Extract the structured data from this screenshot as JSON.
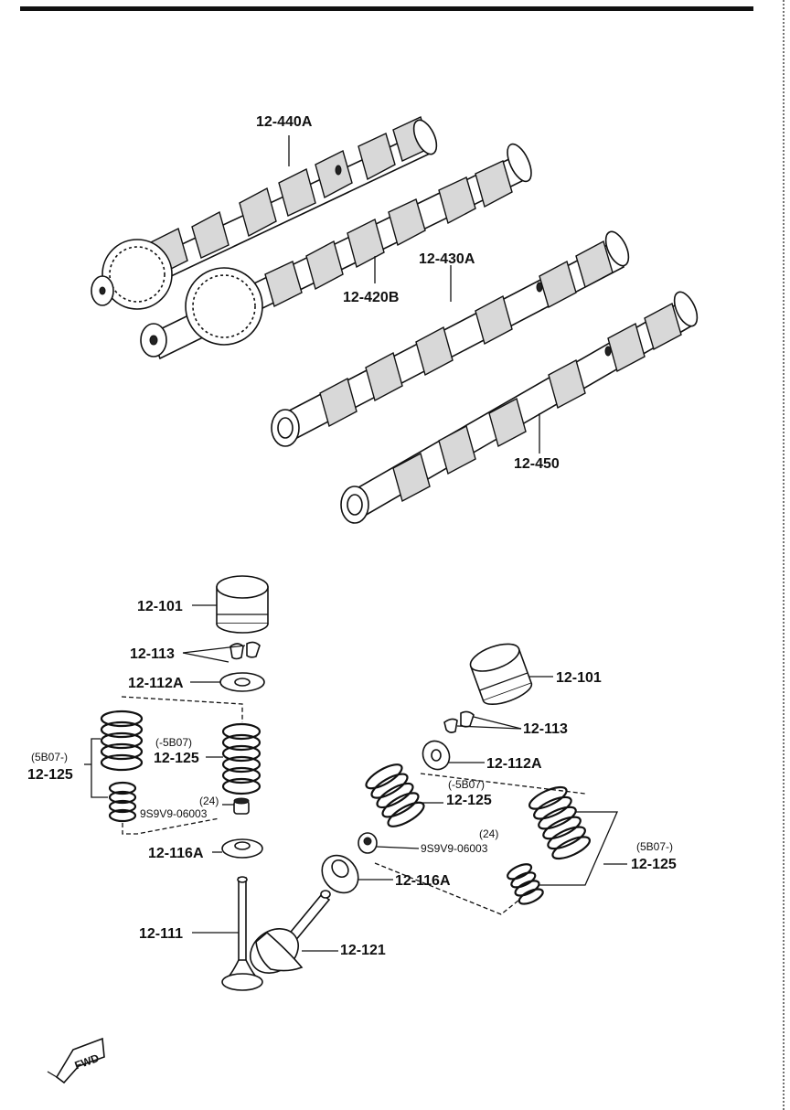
{
  "diagram": {
    "camshafts": [
      {
        "id": "cam1",
        "label": "12-440A"
      },
      {
        "id": "cam2",
        "label": "12-420B"
      },
      {
        "id": "cam3",
        "label": "12-430A"
      },
      {
        "id": "cam4",
        "label": "12-450"
      }
    ],
    "left_valve_assembly": {
      "tappet": "12-101",
      "keepers": "12-113",
      "upper_seat": "12-112A",
      "outer_spring_note": "(5B07-)",
      "outer_spring": "12-125",
      "inner_spring_note": "(-5B07)",
      "inner_spring": "12-125",
      "seal_note": "(24)",
      "seal": "9S9V9-06003",
      "lower_seat": "12-116A",
      "valve": "12-111"
    },
    "right_valve_assembly": {
      "tappet": "12-101",
      "keepers": "12-113",
      "upper_seat": "12-112A",
      "inner_spring_note": "(-5B07)",
      "inner_spring": "12-125",
      "seal_note": "(24)",
      "seal": "9S9V9-06003",
      "lower_seat": "12-116A",
      "outer_spring_note": "(5B07-)",
      "outer_spring": "12-125",
      "valve": "12-121"
    },
    "fwd_label": "FWD"
  }
}
